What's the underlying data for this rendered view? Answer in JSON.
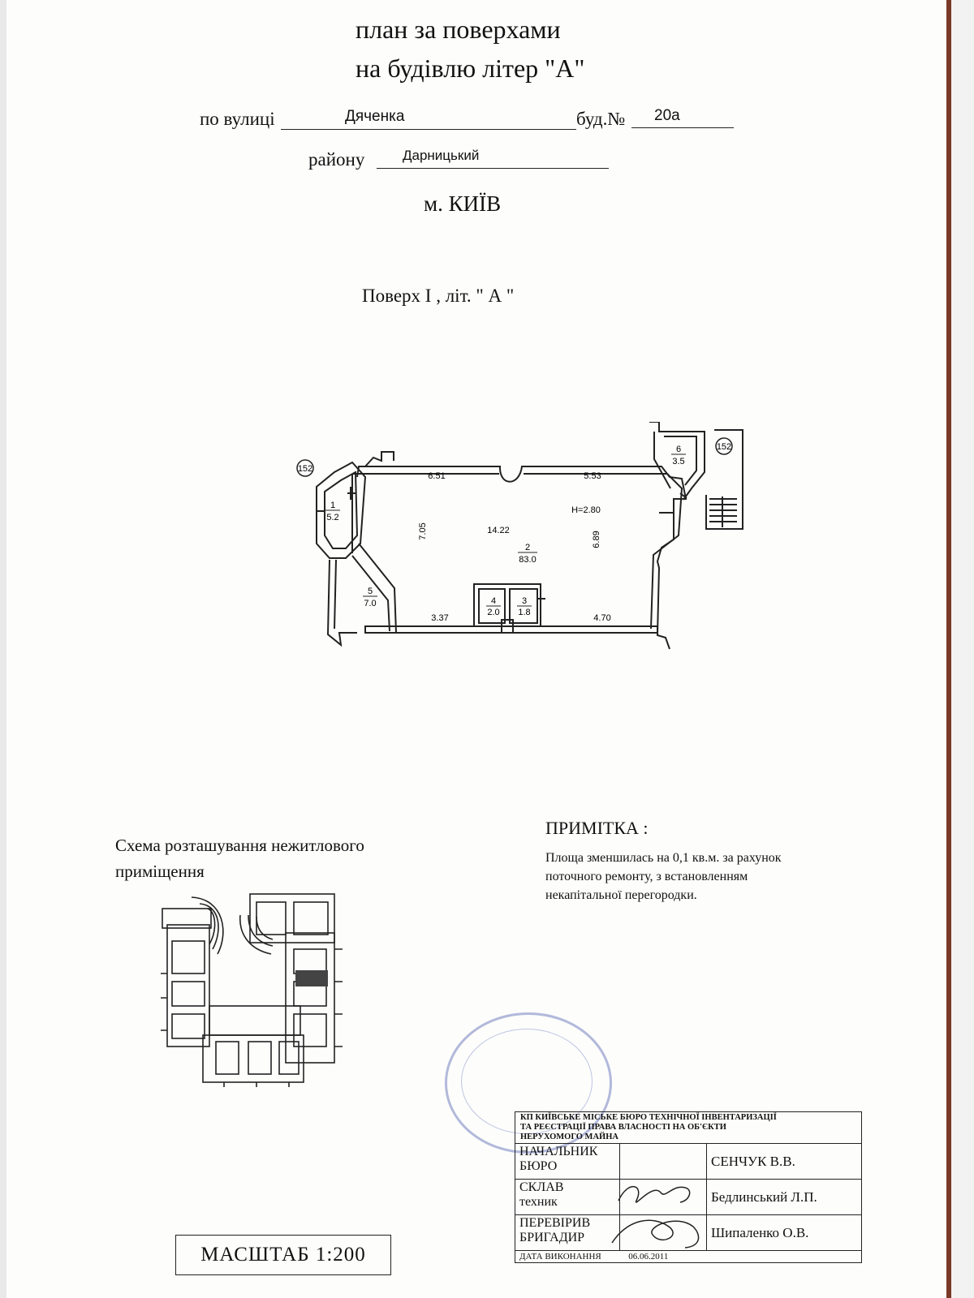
{
  "header": {
    "title_line1": "план за  поверхами",
    "title_line2": "на будівлю  літер \"А\"",
    "street_label": "по  вулиці",
    "street_value": "Дяченка",
    "building_label": "буд.№",
    "building_value": "20а",
    "district_label": "району",
    "district_value": "Дарницький",
    "city": "м.  КИЇВ"
  },
  "floor_title": "Поверх I , літ. \" А \"",
  "floor_plan": {
    "marker_left": "152",
    "marker_right": "152",
    "height_label": "H=2.80",
    "dimensions": [
      "6.51",
      "5.53",
      "14.22",
      "7.05",
      "6.89",
      "3.37",
      "4.70"
    ],
    "rooms": [
      {
        "number": "1",
        "area": "5.2"
      },
      {
        "number": "2",
        "area": "83.0"
      },
      {
        "number": "3",
        "area": "1.8"
      },
      {
        "number": "4",
        "area": "2.0"
      },
      {
        "number": "5",
        "area": "7.0"
      },
      {
        "number": "6",
        "area": "3.5"
      }
    ]
  },
  "schema": {
    "title_line1": "Схема розташування нежитлового",
    "title_line2": "приміщення"
  },
  "note": {
    "heading": "ПРИМІТКА :",
    "line1": "Площа зменшилась на 0,1 кв.м. за рахунок",
    "line2": "поточного ремонту, з встановленням",
    "line3": "некапітальної перегородки."
  },
  "scale_label": "МАСШТАБ   1:200",
  "signature_block": {
    "header_line1": "КП КИЇВСЬКЕ МІСЬКЕ БЮРО ТЕХНІЧНОЇ ІНВЕНТАРИЗАЦІЇ",
    "header_line2": "ТА РЕЄСТРАЦІЇ ПРАВА ВЛАСНОСТІ НА ОБ'ЄКТИ",
    "header_line3": "НЕРУХОМОГО МАЙНА",
    "rows": [
      {
        "role1": "НАЧАЛЬНИК",
        "role2": "БЮРО",
        "name": "СЕНЧУК В.В."
      },
      {
        "role1": "СКЛАВ",
        "role2": "техник",
        "name": "Бедлинський Л.П."
      },
      {
        "role1": "ПЕРЕВІРИВ",
        "role2": "БРИГАДИР",
        "name": "Шипаленко О.В."
      }
    ],
    "date_label": "ДАТА ВИКОНАННЯ",
    "date_value": "06.06.2011"
  }
}
